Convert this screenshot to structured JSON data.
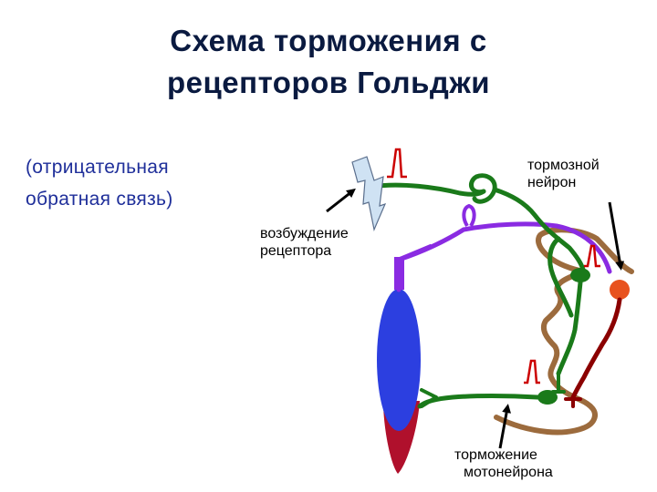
{
  "slide": {
    "title_line1": "Схема торможения с",
    "title_line2": "рецепторов Гольджи",
    "subtitle_line1": "(отрицательная",
    "subtitle_line2": "обратная связь)"
  },
  "labels": {
    "inhibitory_neuron_line1": "тормозной",
    "inhibitory_neuron_line2": "нейрон",
    "receptor_excitation_line1": "возбуждение",
    "receptor_excitation_line2": "рецептора",
    "motoneuron_inhibition_line1": "торможение",
    "motoneuron_inhibition_line2": "мотонейрона"
  },
  "colors": {
    "title": "#0a1a40",
    "subtitle": "#1f2f9a",
    "afferent_fiber": "#1a7a1a",
    "golgi_receptor": "#8a2be2",
    "spinal_cord_outline": "#9c6b3d",
    "inhibitory_fiber": "#8b0000",
    "inhibitory_neuron": "#e8521e",
    "muscle": "#2c3fe0",
    "tendon": "#b0102c",
    "action_potential": "#cc0000",
    "lightning": "#cfe2f3"
  }
}
